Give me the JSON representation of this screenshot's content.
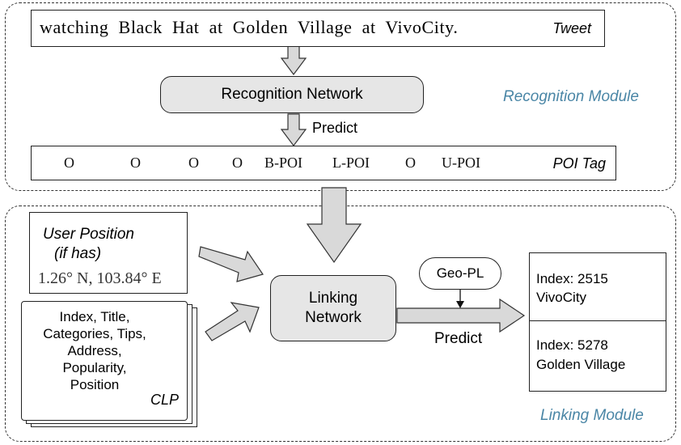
{
  "recognition_module": {
    "label": "Recognition Module",
    "tweet": {
      "text": "watching Black Hat at Golden Village at VivoCity.",
      "tag": "Tweet"
    },
    "network": "Recognition Network",
    "predict": "Predict",
    "poi_tags": {
      "tokens": [
        "O",
        "O",
        "O",
        "O",
        "B-POI",
        "L-POI",
        "O",
        "U-POI"
      ],
      "tag": "POI Tag"
    }
  },
  "linking_module": {
    "label": "Linking Module",
    "user_position": {
      "title_line1": "User Position",
      "title_line2": "(if has)",
      "coords": "1.26° N, 103.84° E"
    },
    "clp": {
      "lines": [
        "Index, Title,",
        "Categories, Tips,",
        "Address,",
        "Popularity,",
        "Position"
      ],
      "tag": "CLP"
    },
    "network_line1": "Linking",
    "network_line2": "Network",
    "geo_pl": "Geo-PL",
    "predict": "Predict",
    "results": [
      {
        "index": "Index: 2515",
        "name": "VivoCity"
      },
      {
        "index": "Index: 5278",
        "name": "Golden Village"
      }
    ]
  },
  "colors": {
    "module_label": "#4a86a6",
    "arrow_fill": "#d9d9d9",
    "network_fill": "#e6e6e6"
  }
}
